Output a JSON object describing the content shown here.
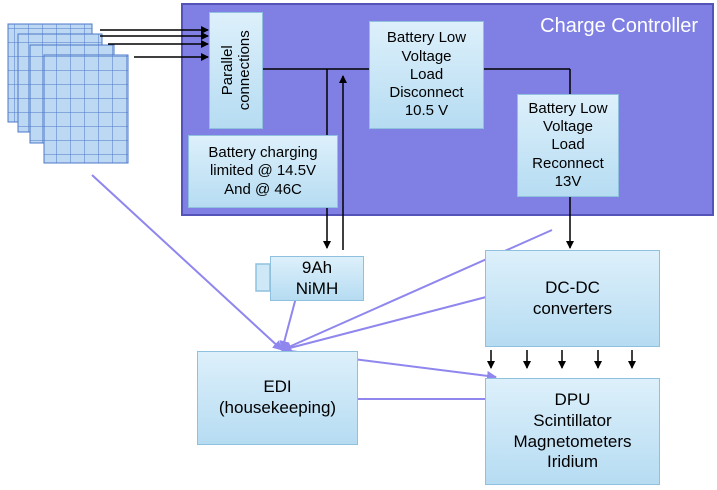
{
  "charge_controller": {
    "title": "Charge Controller"
  },
  "boxes": {
    "parallel": "Parallel\nconnections",
    "lvd": "Battery Low\nVoltage\nLoad\nDisconnect\n10.5 V",
    "lvr": "Battery Low\nVoltage\nLoad\nReconnect\n13V",
    "charging": "Battery charging\nlimited @ 14.5V\nAnd @ 46C",
    "battery": "9Ah\nNiMH",
    "dcdc": "DC-DC\nconverters",
    "edi": "EDI\n(housekeeping)",
    "loads": "DPU\nScintillator\nMagnetometers\nIridium"
  },
  "colors": {
    "controller_fill": "#8080e4",
    "box_fill": "#c9e6f7",
    "arrow_black": "#000000",
    "arrow_violet": "#8f86ee"
  }
}
